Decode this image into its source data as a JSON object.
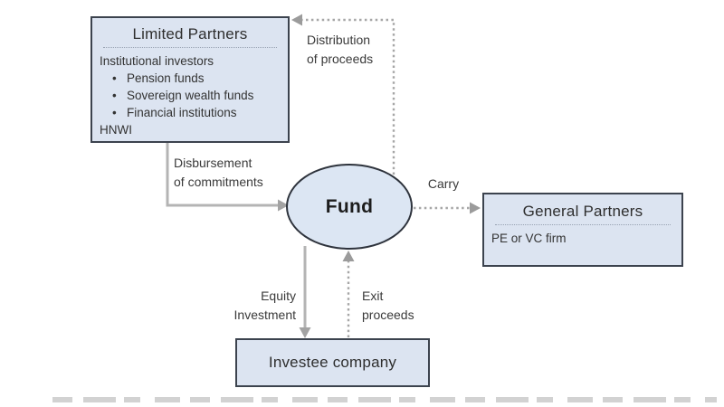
{
  "diagram": {
    "title_hidden": "",
    "bullet_char": "•",
    "nodes": {
      "limited_partners": {
        "title": "Limited Partners",
        "subtitle": "Institutional investors",
        "bullets": [
          "Pension funds",
          "Sovereign wealth funds",
          "Financial institutions"
        ],
        "footer": "HNWI"
      },
      "fund": {
        "title": "Fund"
      },
      "general_partners": {
        "title": "General Partners",
        "subtitle": "PE or VC firm"
      },
      "investee_company": {
        "title": "Investee company"
      }
    },
    "edges": {
      "disbursement": {
        "label": "Disbursement\nof commitments",
        "from": "Limited Partners",
        "to": "Fund",
        "style": "solid"
      },
      "distribution": {
        "label": "Distribution\nof proceeds",
        "from": "Fund",
        "to": "Limited Partners",
        "style": "dotted"
      },
      "carry": {
        "label": "Carry",
        "from": "Fund",
        "to": "General Partners",
        "style": "dotted"
      },
      "equity_investment": {
        "label": "Equity\nInvestment",
        "from": "Fund",
        "to": "Investee company",
        "style": "solid"
      },
      "exit_proceeds": {
        "label": "Exit\nproceeds",
        "from": "Investee company",
        "to": "Fund",
        "style": "dotted"
      }
    },
    "colors": {
      "node_fill": "#dce4f1",
      "node_border": "#3c434e",
      "solid_arrow": "#b4b4b4",
      "dotted_arrow": "#a6a6a6",
      "text": "#333333",
      "background": "#ffffff"
    }
  }
}
